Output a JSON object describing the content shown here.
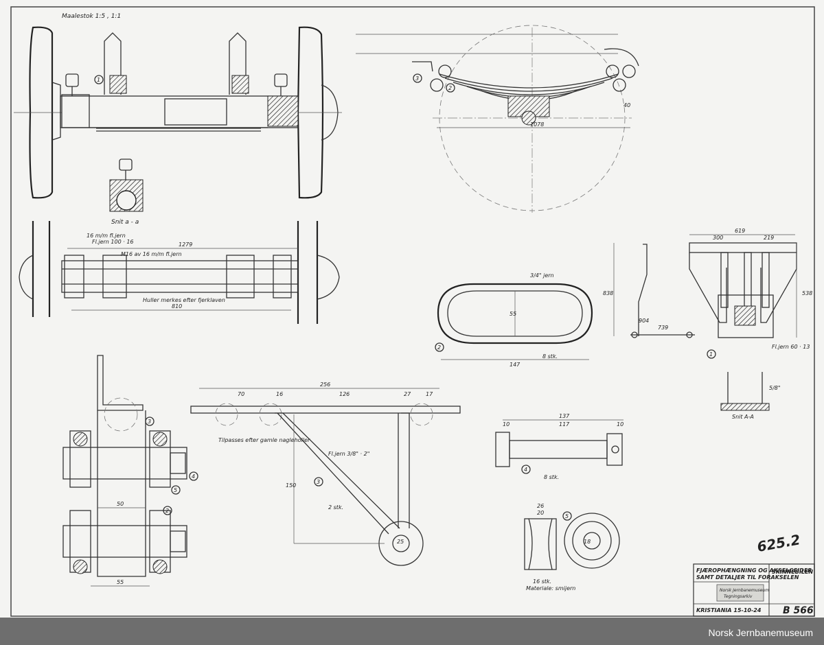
{
  "drawing": {
    "scale": "Maalestok 1:5 , 1:1",
    "section_aa": "Snit a - a",
    "section_aa2": "Snit A-A",
    "parts": {
      "p1": "1",
      "p2": "2",
      "p3": "3",
      "p4": "4",
      "p5": "5"
    },
    "notes": {
      "flatiron_16": "16 m/m fl.jern",
      "flatiron_100": "Fl.jern 100 · 16",
      "bolt_note": "M16 av 16 m/m fl.jern",
      "holes_note": "Huller merkes efter fjerklaven",
      "bore_note": "Tilpasses efter gamle naglehoIler",
      "flatiron_bracket": "Fl.jern 3/8\" · 2\"",
      "qty_2": "2 stk.",
      "qty_8": "8 stk.",
      "qty_8b": "8 stk.",
      "qty_16": "16 stk.",
      "material": "Materiale: smijern",
      "iron_ring": "3/4\" jern",
      "flatiron_60": "Fl.jern 60 · 13",
      "bolt_size": "5/8\""
    },
    "dims": {
      "d1279": "1279",
      "d810": "810",
      "d1078": "1078",
      "d147": "147",
      "d55": "55",
      "d256": "256",
      "d70": "70",
      "d16": "16",
      "d126": "126",
      "d27": "27",
      "d17": "17",
      "d150": "150",
      "d50": "50",
      "d55b": "55",
      "d137": "137",
      "d117": "117",
      "d10": "10",
      "d10b": "10",
      "d26": "26",
      "d20": "20",
      "d619": "619",
      "d300": "300",
      "d219": "219",
      "d838": "838",
      "d538": "538",
      "d904": "904",
      "d739": "739",
      "d25": "25",
      "d18": "18",
      "d40": "40"
    },
    "handwritten_number": "625.2"
  },
  "title_block": {
    "title_line1": "FJÆROPHÆNGNING OG AKSELGEIDER",
    "title_line2": "SAMT DETALJER TIL FORAKSELEN",
    "vehicle": "SKINNEBILEN",
    "stamp_line1": "Norsk Jernbanemuseum",
    "stamp_line2": "Tegningsarkiv",
    "place_date": "KRISTIANIA 15-10-24",
    "drawing_no": "B 566"
  },
  "footer": {
    "credit": "Norsk Jernbanemuseum"
  }
}
